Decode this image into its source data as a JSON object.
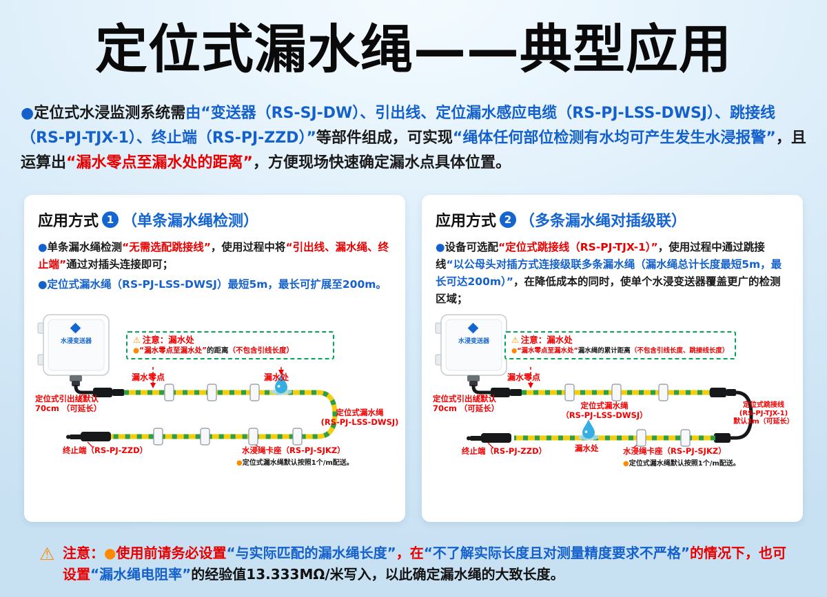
{
  "page": {
    "title": "定位式漏水绳——典型应用"
  },
  "icons": {
    "warning": "⚠"
  },
  "colors": {
    "accent_blue": "#1565d1",
    "text_blue": "#1461cc",
    "text_red": "#e80000",
    "label_red": "#f30000",
    "orange": "#ff8a00",
    "note_green": "#00a651",
    "rope_yellow": "#f3cd0e",
    "rope_green": "#2f9e44",
    "drop_blue": "#35aee2"
  },
  "intro": {
    "segments": [
      {
        "t": "●",
        "c": "blue"
      },
      {
        "t": "定位式水浸监测系统需",
        "c": "black"
      },
      {
        "t": "由“变送器（RS-SJ-DW）、引出线、定位漏水感应电缆（RS-PJ-LSS-DWSJ）、跳接线（RS-PJ-TJX-1）、终止端（RS-PJ-ZZD）”",
        "c": "blue"
      },
      {
        "t": "等部件组成，可实现",
        "c": "black"
      },
      {
        "t": "“绳体任何部位检测有水均可产生发生水浸报警”",
        "c": "blue"
      },
      {
        "t": "，且运算出",
        "c": "black"
      },
      {
        "t": "“漏水零点至漏水处的距离”",
        "c": "red"
      },
      {
        "t": "，方便现场快速确定漏水点具体位置。",
        "c": "black"
      }
    ]
  },
  "cards": [
    {
      "title": {
        "prefix": "应用方式",
        "badge": "1",
        "suffix": "（单条漏水绳检测）"
      },
      "paragraphs": [
        [
          {
            "t": "●",
            "c": "blue"
          },
          {
            "t": "单条漏水绳检测",
            "c": "black"
          },
          {
            "t": "“无需选配跳接线”",
            "c": "red"
          },
          {
            "t": "，使用过程中将",
            "c": "black"
          },
          {
            "t": "“引出线、漏水绳、终止端”",
            "c": "red"
          },
          {
            "t": "通过对插头连接即可；",
            "c": "black"
          }
        ],
        [
          {
            "t": "●定位式漏水绳（RS-PJ-LSS-DWSJ）最短5m，最长可扩展至200m。",
            "c": "blue"
          }
        ]
      ],
      "diagram": {
        "device": "水浸变送器",
        "note_title": "注意：漏水处",
        "note_segments": [
          {
            "t": "●",
            "c": "orange"
          },
          {
            "t": "“漏水零点至漏水处”",
            "c": "red"
          },
          {
            "t": "的距离",
            "c": "black",
            "b": true
          },
          {
            "t": "（不包含引线长度）",
            "c": "red"
          }
        ],
        "zero": "漏水零点",
        "leak": "漏水处",
        "lead1": "定位式引出线默认",
        "lead2": "70cm （可延长）",
        "rope1": "定位式漏水绳",
        "rope2": "(RS-PJ-LSS-DWSJ)",
        "end": "终止端（RS-PJ-ZZD）",
        "clip": "水浸绳卡座（RS-PJ-SJKZ）",
        "clip_note": [
          {
            "t": "●",
            "c": "orange"
          },
          {
            "t": "定位式漏水绳默认按照1个/m配送。",
            "c": "black"
          }
        ]
      }
    },
    {
      "title": {
        "prefix": "应用方式",
        "badge": "2",
        "suffix": "（多条漏水绳对插级联）"
      },
      "paragraphs": [
        [
          {
            "t": "●",
            "c": "blue"
          },
          {
            "t": "设备可选配",
            "c": "black"
          },
          {
            "t": "“定位式跳接线（RS-PJ-TJX-1）”",
            "c": "red"
          },
          {
            "t": "，使用过程中通过跳接线",
            "c": "black"
          },
          {
            "t": "“以公母头对插方式连接级联多条漏水绳（漏水绳总计长度最短5m，最长可达200m）”",
            "c": "blue"
          },
          {
            "t": "，在降低成本的同时，使单个水浸变送器覆盖更广的检测区域；",
            "c": "black"
          }
        ]
      ],
      "diagram": {
        "device": "水浸变送器",
        "note_title": "注意：漏水处",
        "note_segments": [
          {
            "t": "●",
            "c": "orange"
          },
          {
            "t": "“漏水零点至漏水处”",
            "c": "red"
          },
          {
            "t": "漏水绳的累计距离",
            "c": "black",
            "b": true
          },
          {
            "t": "（不包含引线长度、跳接线长度）",
            "c": "red"
          }
        ],
        "zero": "漏水零点",
        "leak": "漏水处",
        "lead1": "定位式引出线默认",
        "lead2": "70cm （可延长）",
        "rope1": "定位式漏水绳",
        "rope2": "（RS-PJ-LSS-DWSJ）",
        "jumper1": "定位式跳接线",
        "jumper2": "(RS-PJ-TJX-1)",
        "jumper3": "默认3m（可延长）",
        "end": "终止端（RS-PJ-ZZD）",
        "clip": "水浸绳卡座（RS-PJ-SJKZ）",
        "clip_note": [
          {
            "t": "●",
            "c": "orange"
          },
          {
            "t": "定位式漏水绳默认按照1个/m配送。",
            "c": "black"
          }
        ]
      }
    }
  ],
  "footer": {
    "segments": [
      {
        "t": "注意：",
        "c": "red",
        "b": true
      },
      {
        "t": "●",
        "c": "orange"
      },
      {
        "t": "使用前请",
        "c": "red"
      },
      {
        "t": "务必设置",
        "c": "red",
        "b": true
      },
      {
        "t": "“与实际匹配的漏水绳长度”",
        "c": "blue"
      },
      {
        "t": "，在",
        "c": "red"
      },
      {
        "t": "“不了解实际长度且对测量精度要求不严格”",
        "c": "blue"
      },
      {
        "t": "的情况下，也可设置",
        "c": "red"
      },
      {
        "t": "“漏水绳电阻率”",
        "c": "blue"
      },
      {
        "t": "的经验值13.333MΩ/米写入，以此确定漏水绳的大致长度。",
        "c": "dark"
      }
    ]
  }
}
